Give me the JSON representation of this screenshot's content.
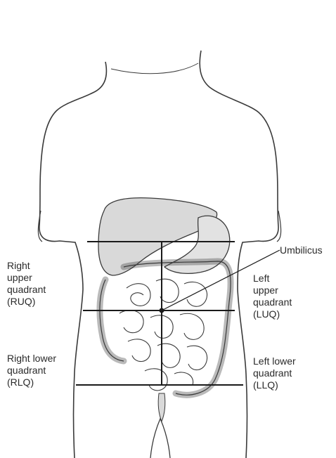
{
  "diagram": {
    "labels": {
      "umbilicus": "Umbilicus",
      "ruq": [
        "Right",
        "upper",
        "quadrant",
        "(RUQ)"
      ],
      "luq": [
        "Left",
        "upper",
        "quadrant",
        "(LUQ)"
      ],
      "rlq": [
        "Right lower",
        "quadrant",
        "(RLQ)"
      ],
      "llq": [
        "Left lower",
        "quadrant",
        "(LLQ)"
      ]
    },
    "colors": {
      "outline": "#3a3a3a",
      "organ_fill": "#d9d9d9",
      "grid_line": "#1a1a1a",
      "text": "#2a2a2a"
    }
  }
}
